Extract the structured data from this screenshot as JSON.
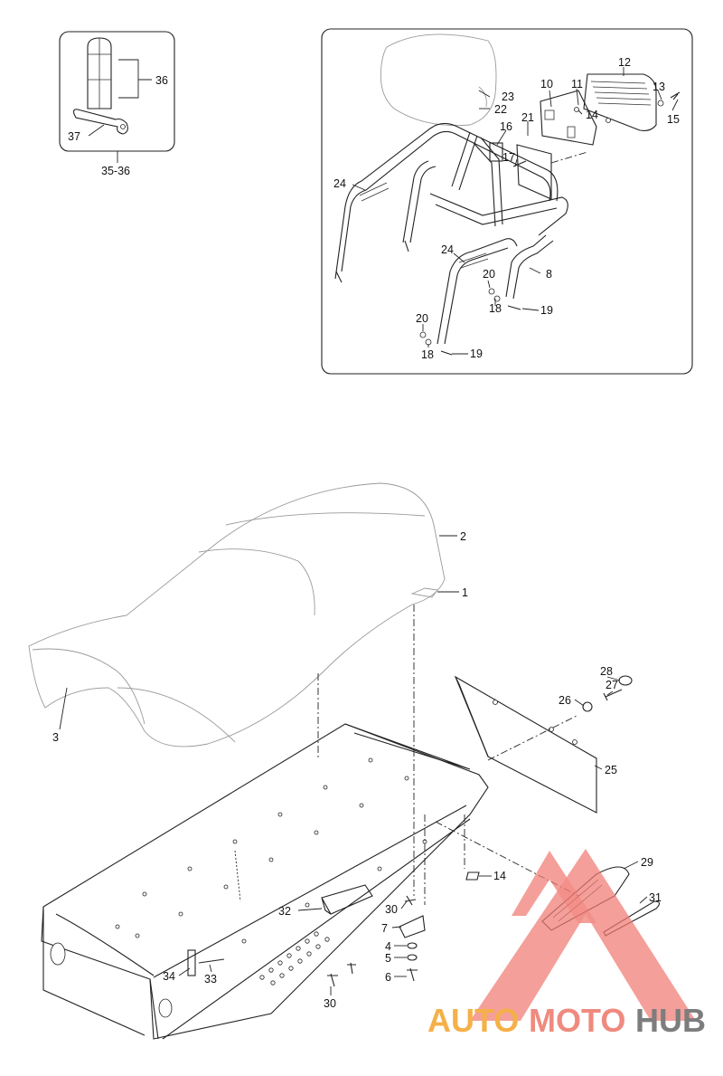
{
  "diagram": {
    "inset_kit": {
      "kit_label": "35-36",
      "labels": [
        "36",
        "37"
      ]
    },
    "rack_box": {
      "labels": [
        "12",
        "10",
        "11",
        "13",
        "14",
        "15",
        "23",
        "22",
        "16",
        "21",
        "17",
        "24",
        "24",
        "8",
        "20",
        "18",
        "19",
        "20",
        "18",
        "19"
      ]
    },
    "main_assembly": {
      "labels": [
        "2",
        "1",
        "3",
        "28",
        "27",
        "26",
        "25",
        "29",
        "14",
        "31",
        "32",
        "30",
        "7",
        "4",
        "5",
        "6",
        "34",
        "33",
        "30"
      ]
    }
  },
  "watermark": {
    "part1": "AUTO",
    "part2": "MOTO",
    "part3": "HUB",
    "colors": {
      "auto": "#f5b04a",
      "moto": "#ef8a7e",
      "hub": "#7d7d7d",
      "triangle": "#f07a72"
    }
  }
}
